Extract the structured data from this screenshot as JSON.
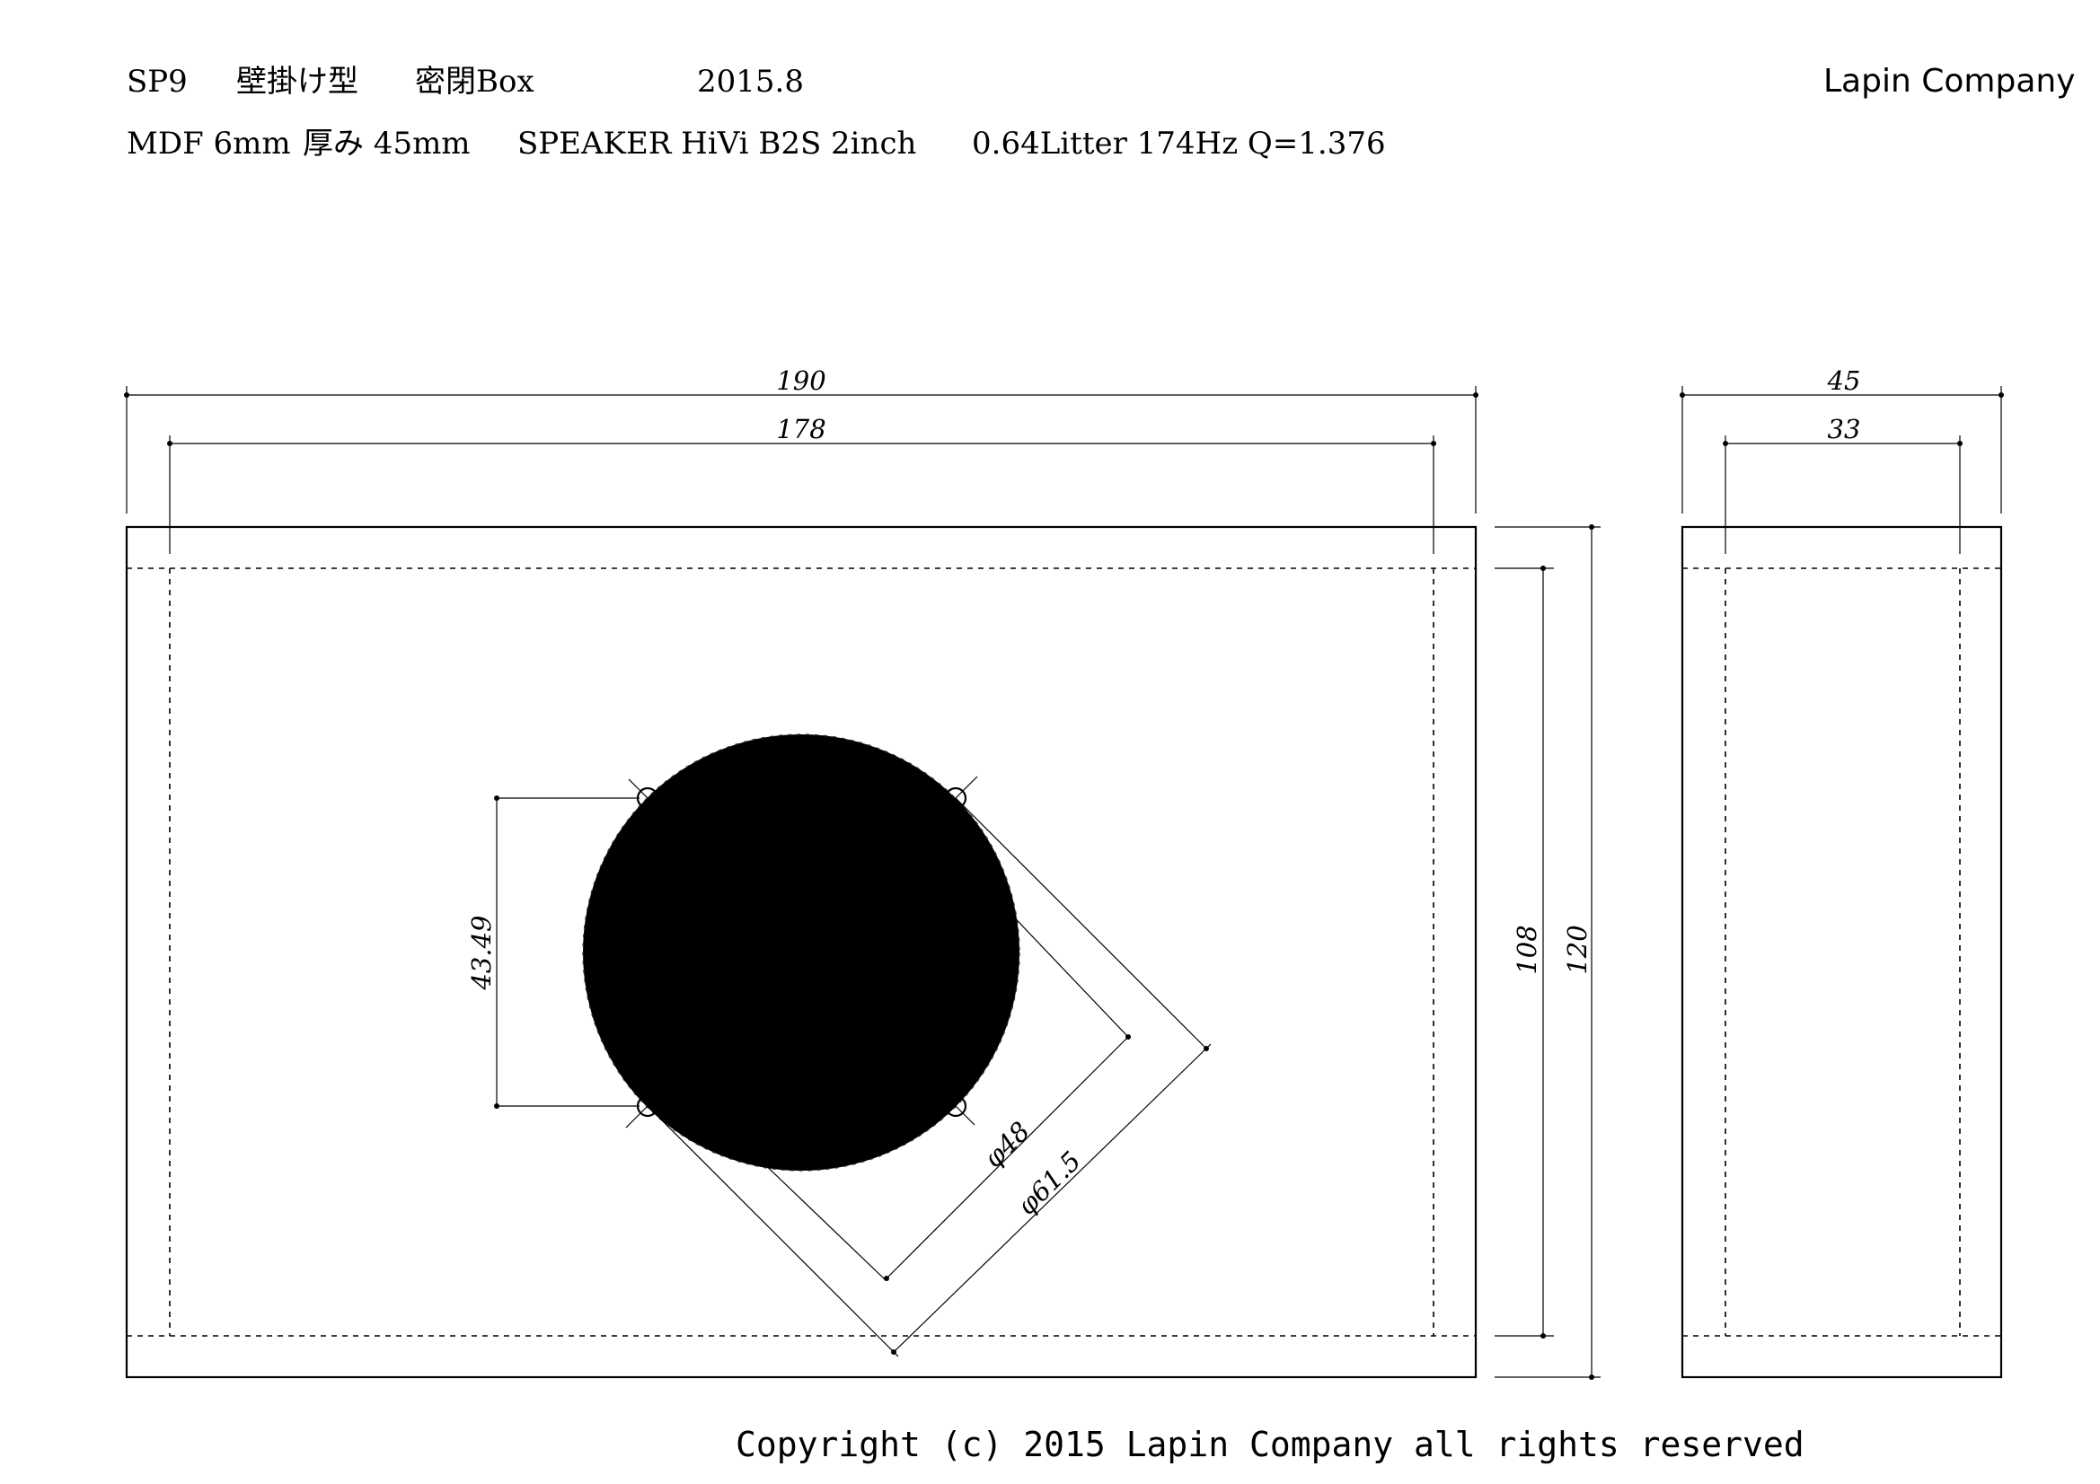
{
  "header": {
    "model": "SP9",
    "type": "壁掛け型",
    "enclosure": "密閉Box",
    "date": "2015.8",
    "company": "Lapin Company",
    "material": "MDF 6mm",
    "thickness": "厚み 45mm",
    "speaker": "SPEAKER HiVi B2S 2inch",
    "spec": "0.64Litter 174Hz Q=1.376"
  },
  "dimensions": {
    "front_outer_width": "190",
    "front_inner_width": "178",
    "side_outer_width": "45",
    "side_inner_width": "33",
    "inner_height": "108",
    "outer_height": "120",
    "hole_spacing": "43.49",
    "driver_cutout": "φ48",
    "bolt_circle": "φ61.5"
  },
  "footer": {
    "copyright": "Copyright (c) 2015 Lapin Company all rights reserved"
  }
}
